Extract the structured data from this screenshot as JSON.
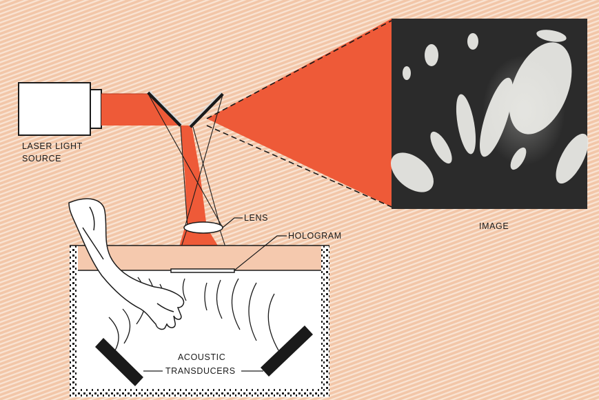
{
  "labels": {
    "laser_line1": "LASER LIGHT",
    "laser_line2": "SOURCE",
    "lens": "LENS",
    "hologram": "HOLOGRAM",
    "image": "IMAGE",
    "transducers_line1": "ACOUSTIC",
    "transducers_line2": "TRANSDUCERS"
  },
  "colors": {
    "background": "#f2c6a8",
    "stripe": "#f9e3d2",
    "beam": "#ee5a38",
    "beam_dark": "#c8361d",
    "image_dark": "#2b2b2b",
    "image_light": "#e8e8e4",
    "tank_border": "#1a1a1a"
  }
}
